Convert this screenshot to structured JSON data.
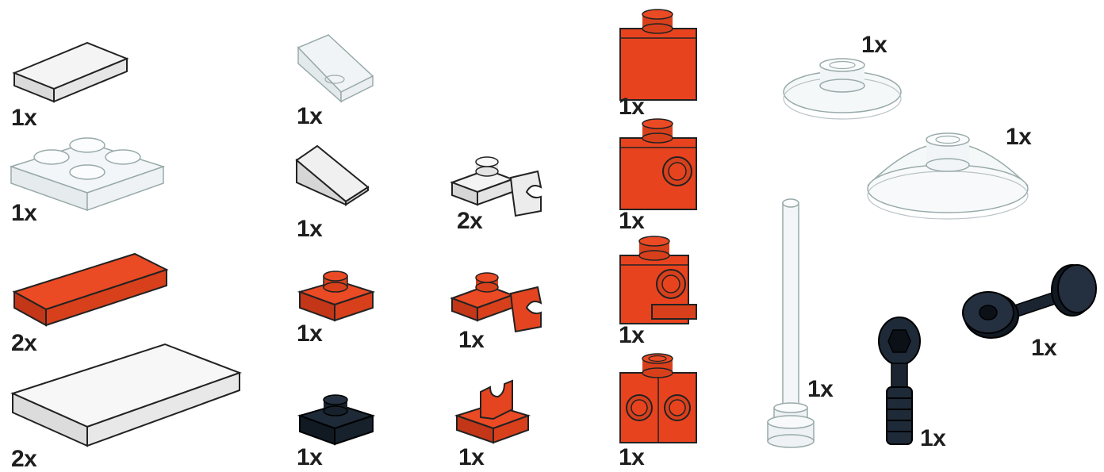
{
  "colors": {
    "white_part": "#f2f2f2",
    "white_part_side": "#d9d9d9",
    "transparent_part": "#eef1f3",
    "red_part": "#e8431f",
    "red_part_dark": "#c8361a",
    "black_part": "#1a2430",
    "outline": "#222222",
    "label": "#1e1e1e"
  },
  "parts": [
    {
      "name": "white-tile-1x2",
      "icon": "white-tile-icon",
      "color": "white",
      "qty": "1x"
    },
    {
      "name": "transparent-plate-2x2",
      "icon": "transparent-plate-icon",
      "color": "transparent",
      "qty": "1x"
    },
    {
      "name": "red-tile-1x4",
      "icon": "red-tile-icon",
      "color": "red",
      "qty": "2x"
    },
    {
      "name": "white-tile-2x4",
      "icon": "white-large-tile-icon",
      "color": "white",
      "qty": "2x"
    },
    {
      "name": "transparent-slope",
      "icon": "transparent-slope-icon",
      "color": "transparent",
      "qty": "1x"
    },
    {
      "name": "white-slope",
      "icon": "white-slope-icon",
      "color": "white",
      "qty": "1x"
    },
    {
      "name": "red-plate-1x1",
      "icon": "red-plate-icon",
      "color": "red",
      "qty": "1x"
    },
    {
      "name": "black-plate-1x1",
      "icon": "black-plate-icon",
      "color": "black",
      "qty": "1x"
    },
    {
      "name": "white-clip-plate",
      "icon": "white-clip-plate-icon",
      "color": "white",
      "qty": "2x"
    },
    {
      "name": "red-clip-plate",
      "icon": "red-clip-plate-icon",
      "color": "red",
      "qty": "1x"
    },
    {
      "name": "red-clip-upright",
      "icon": "red-clip-upright-icon",
      "color": "red",
      "qty": "1x"
    },
    {
      "name": "red-brick-1x1",
      "icon": "red-brick-icon",
      "color": "red",
      "qty": "1x"
    },
    {
      "name": "red-brick-one-stud-side",
      "icon": "red-brick-side-stud-icon",
      "color": "red",
      "qty": "1x"
    },
    {
      "name": "red-headlight-brick",
      "icon": "red-headlight-brick-icon",
      "color": "red",
      "qty": "1x"
    },
    {
      "name": "red-brick-two-studs-side",
      "icon": "red-brick-two-side-studs-icon",
      "color": "red",
      "qty": "1x"
    },
    {
      "name": "transparent-dish-small",
      "icon": "transparent-small-dish-icon",
      "color": "transparent",
      "qty": "1x"
    },
    {
      "name": "transparent-dish-large",
      "icon": "transparent-large-dish-icon",
      "color": "transparent",
      "qty": "1x"
    },
    {
      "name": "transparent-antenna",
      "icon": "transparent-antenna-icon",
      "color": "transparent",
      "qty": "1x"
    },
    {
      "name": "black-wheel-axle",
      "icon": "black-wheel-axle-icon",
      "color": "black",
      "qty": "1x"
    },
    {
      "name": "black-ring-connector",
      "icon": "black-ring-connector-icon",
      "color": "black",
      "qty": "1x"
    }
  ]
}
